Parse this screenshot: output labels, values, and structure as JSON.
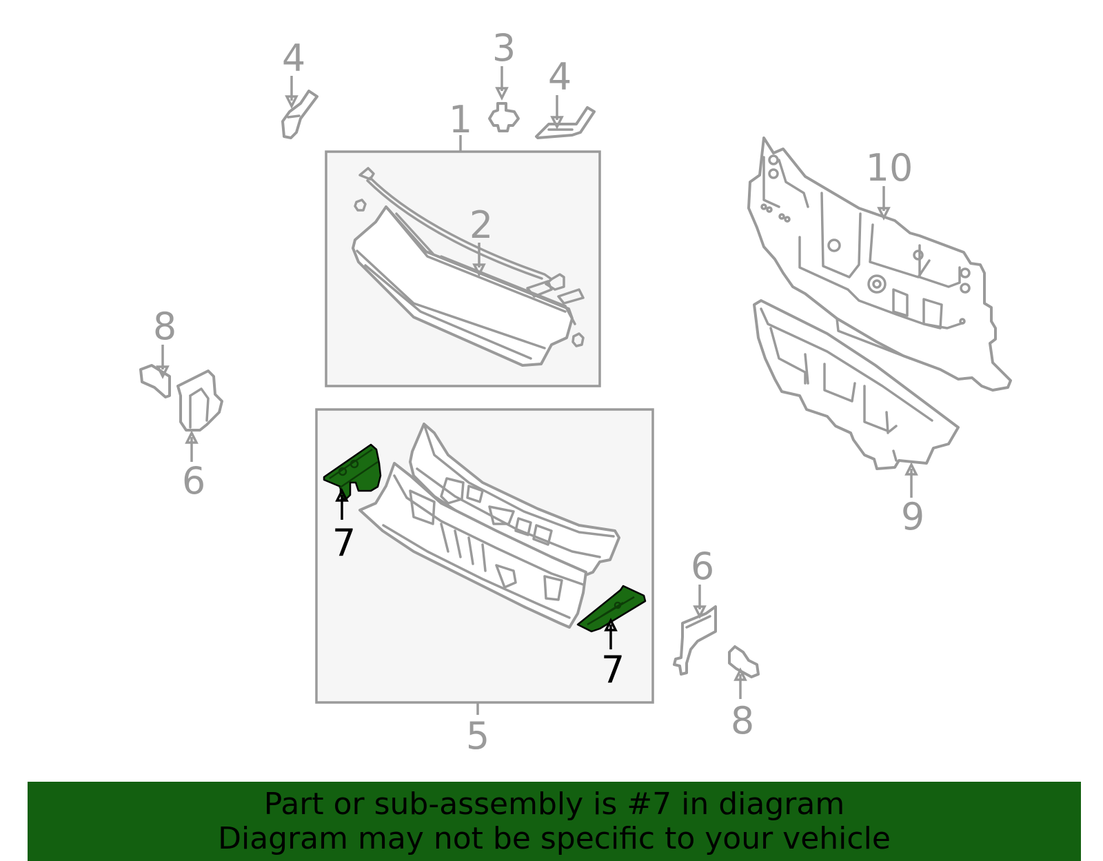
{
  "callouts": {
    "c1": "1",
    "c2": "2",
    "c3": "3",
    "c4a": "4",
    "c4b": "4",
    "c5": "5",
    "c6a": "6",
    "c6b": "6",
    "c7a": "7",
    "c7b": "7",
    "c8a": "8",
    "c8b": "8",
    "c9": "9",
    "c10": "10"
  },
  "highlighted_part": "7",
  "colors": {
    "highlight": "#1a6b12",
    "banner": "#136010",
    "line_art": "#9a9a9a"
  },
  "banner": {
    "line1": "Part or sub-assembly is #7 in diagram",
    "line2": "Diagram may not be specific to your vehicle"
  }
}
